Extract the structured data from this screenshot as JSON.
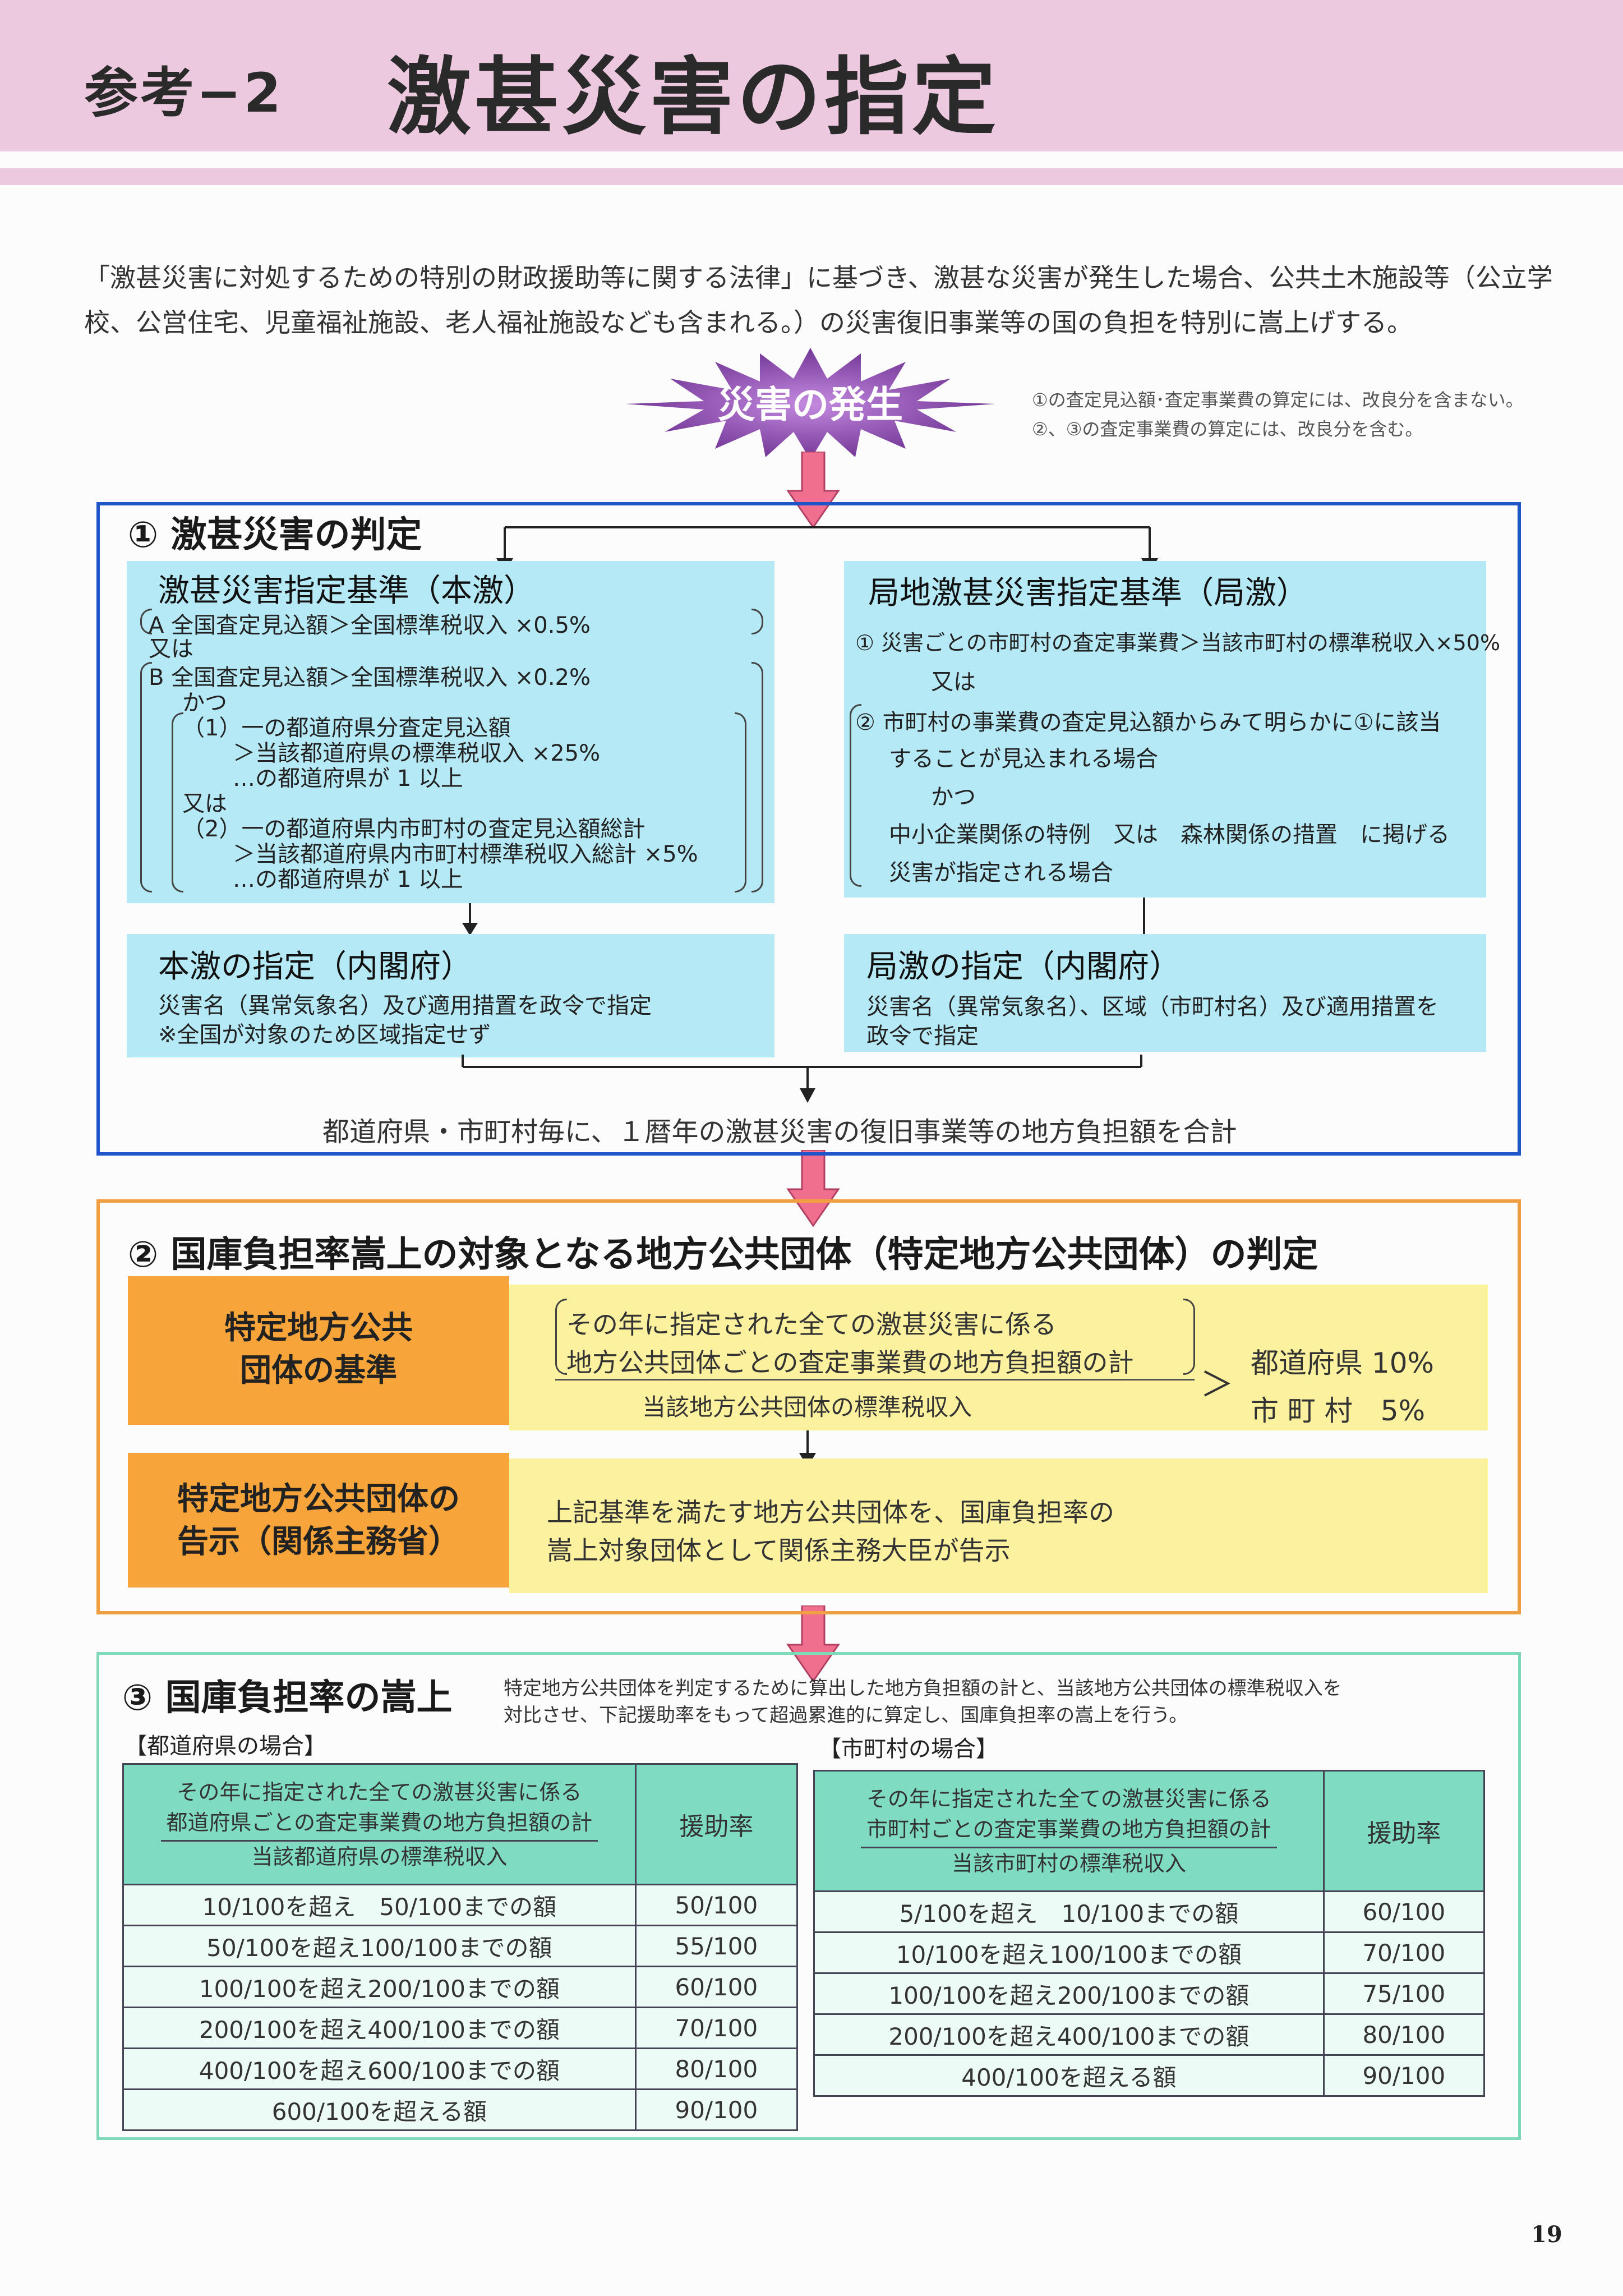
{
  "header": {
    "ref_label": "参考−2",
    "title": "激甚災害の指定"
  },
  "intro": "「激甚災害に対処するための特別の財政援助等に関する法律」に基づき、激甚な災害が発生した場合、公共土木施設等（公立学校、公営住宅、児童福祉施設、老人福祉施設なども含まれる。）の災害復旧事業等の国の負担を特別に嵩上げする。",
  "disaster_label": "災害の発生",
  "notes": [
    "①の査定見込額･査定事業費の算定には、改良分を含まない。",
    "②、③の査定事業費の算定には、改良分を含む。"
  ],
  "section1": {
    "title": "① 激甚災害の判定",
    "honjin": {
      "title": "激甚災害指定基準（本激）",
      "lines": [
        "A 全国査定見込額＞全国標準税収入 ×0.5%",
        "又は",
        "B 全国査定見込額＞全国標準税収入 ×0.2%",
        "かつ",
        "（1）一の都道府県分査定見込額",
        "＞当該都道府県の標準税収入 ×25%",
        "…の都道府県が 1 以上",
        "又は",
        "（2）一の都道府県内市町村の査定見込額総計",
        "＞当該都道府県内市町村標準税収入総計 ×5%",
        "…の都道府県が 1 以上"
      ]
    },
    "kyokujin": {
      "title": "局地激甚災害指定基準（局激）",
      "lines": [
        "① 災害ごとの市町村の査定事業費＞当該市町村の標準税収入×50%",
        "又は",
        "② 市町村の事業費の査定見込額からみて明らかに①に該当",
        "することが見込まれる場合",
        "かつ",
        "中小企業関係の特例　又は　森林関係の措置　に掲げる",
        "災害が指定される場合"
      ]
    },
    "honjin_designation": {
      "title": "本激の指定（内閣府）",
      "lines": [
        "災害名（異常気象名）及び適用措置を政令で指定",
        "※全国が対象のため区域指定せず"
      ]
    },
    "kyokujin_designation": {
      "title": "局激の指定（内閣府）",
      "lines": [
        "災害名（異常気象名）、区域（市町村名）及び適用措置を",
        "政令で指定"
      ]
    },
    "summary": "都道府県・市町村毎に、１暦年の激甚災害の復旧事業等の地方負担額を合計"
  },
  "section2": {
    "title": "② 国庫負担率嵩上の対象となる地方公共団体（特定地方公共団体）の判定",
    "criteria_label": [
      "特定地方公共",
      "団体の基準"
    ],
    "numerator": [
      "その年に指定された全ての激甚災害に係る",
      "地方公共団体ごとの査定事業費の地方負担額の計"
    ],
    "denominator": "当該地方公共団体の標準税収入",
    "gt": "＞",
    "thresholds": [
      "都道府県 10%",
      "市 町 村　5%"
    ],
    "notice_label": [
      "特定地方公共団体の",
      "告示（関係主務省）"
    ],
    "notice_text": [
      "上記基準を満たす地方公共団体を、国庫負担率の",
      "嵩上対象団体として関係主務大臣が告示"
    ]
  },
  "section3": {
    "title": "③ 国庫負担率の嵩上",
    "description": [
      "特定地方公共団体を判定するために算出した地方負担額の計と、当該地方公共団体の標準税収入を",
      "対比させ、下記援助率をもって超過累進的に算定し、国庫負担率の嵩上を行う。"
    ],
    "prefecture": {
      "caption": "【都道府県の場合】",
      "numerator": [
        "その年に指定された全ての激甚災害に係る",
        "都道府県ごとの査定事業費の地方負担額の計"
      ],
      "denominator": "当該都道府県の標準税収入",
      "rate_header": "援助率",
      "rows": [
        {
          "range": "10/100を超え　50/100までの額",
          "rate": "50/100"
        },
        {
          "range": "50/100を超え100/100までの額",
          "rate": "55/100"
        },
        {
          "range": "100/100を超え200/100までの額",
          "rate": "60/100"
        },
        {
          "range": "200/100を超え400/100までの額",
          "rate": "70/100"
        },
        {
          "range": "400/100を超え600/100までの額",
          "rate": "80/100"
        },
        {
          "range": "600/100を超える額",
          "rate": "90/100"
        }
      ]
    },
    "municipality": {
      "caption": "【市町村の場合】",
      "numerator": [
        "その年に指定された全ての激甚災害に係る",
        "市町村ごとの査定事業費の地方負担額の計"
      ],
      "denominator": "当該市町村の標準税収入",
      "rate_header": "援助率",
      "rows": [
        {
          "range": "5/100を超え　10/100までの額",
          "rate": "60/100"
        },
        {
          "range": "10/100を超え100/100までの額",
          "rate": "70/100"
        },
        {
          "range": "100/100を超え200/100までの額",
          "rate": "75/100"
        },
        {
          "range": "200/100を超え400/100までの額",
          "rate": "80/100"
        },
        {
          "range": "400/100を超える額",
          "rate": "90/100"
        }
      ]
    }
  },
  "page_number": "19",
  "colors": {
    "header_pink": "#ecc9de",
    "box1_border": "#1f55c8",
    "box2_border": "#f0a040",
    "box3_border": "#7fd8b8",
    "cyan_panel": "#b6e9f6",
    "orange_panel": "#f7a53a",
    "yellow_panel": "#fcf19e",
    "arrow_pink": "#f06f8f",
    "burst_purple": "#7b3f9c"
  }
}
